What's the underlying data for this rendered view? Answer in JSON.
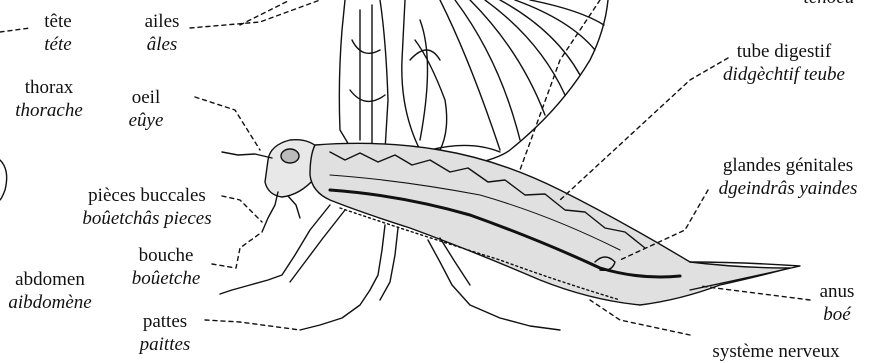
{
  "labels": {
    "tete": {
      "fr": "tête",
      "jr": "téte"
    },
    "thorax": {
      "fr": "thorax",
      "jr": "thorache"
    },
    "abdomen": {
      "fr": "abdomen",
      "jr": "aibdomène"
    },
    "ailes": {
      "fr": "ailes",
      "jr": "âles"
    },
    "oeil": {
      "fr": "oeil",
      "jr": "eûye"
    },
    "pieces": {
      "fr": "pièces buccales",
      "jr": "boûetchâs pieces"
    },
    "bouche": {
      "fr": "bouche",
      "jr": "boûetche"
    },
    "pattes": {
      "fr": "pattes",
      "jr": "paittes"
    },
    "tube": {
      "fr": "tube digestif",
      "jr": "didgèchtif teube"
    },
    "glandes": {
      "fr": "glandes génitales",
      "jr": "dgeindrâs yaindes"
    },
    "anus": {
      "fr": "anus",
      "jr": "boé"
    },
    "systeme": {
      "fr": "système nerveux"
    },
    "coeur": {
      "jr": "tchoeu"
    }
  }
}
